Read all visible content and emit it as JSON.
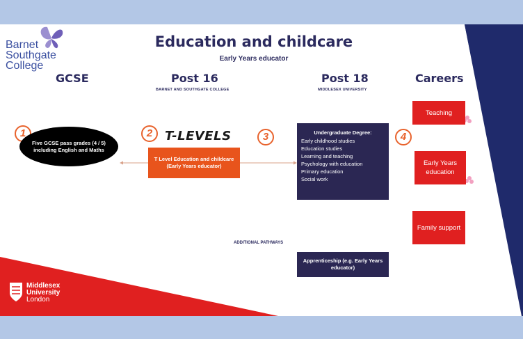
{
  "header": {
    "title": "Education and childcare",
    "subtitle": "Early Years educator"
  },
  "logo": {
    "line1": "Barnet",
    "line2": "Southgate",
    "line3": "College"
  },
  "columns": [
    {
      "heading": "GCSE",
      "sub": ""
    },
    {
      "heading": "Post 16",
      "sub": "BARNET AND SOUTHGATE COLLEGE"
    },
    {
      "heading": "Post 18",
      "sub": "MIDDLESEX UNIVERSITY"
    },
    {
      "heading": "Careers",
      "sub": ""
    }
  ],
  "steps": [
    "1",
    "2",
    "3",
    "4"
  ],
  "gcse": {
    "text": "Five GCSE pass grades (4 / 5) including English and Maths"
  },
  "tlevels": {
    "logo": "T-LEVELS",
    "box": "T Level Education and childcare (Early Years educator)"
  },
  "degree": {
    "heading": "Undergraduate Degree:",
    "items": [
      "Early childhood studies",
      "Education studies",
      "Learning and teaching",
      "Psychology with education",
      "Primary education",
      "Social work"
    ]
  },
  "careers": [
    "Teaching",
    "Early Years education",
    "Family support"
  ],
  "additional": {
    "label": "ADDITIONAL PATHWAYS",
    "apprenticeship": "Apprenticeship (e.g. Early Years educator)"
  },
  "university_logo": {
    "line1": "Middlesex",
    "line2": "University",
    "line3": "London"
  },
  "colors": {
    "navy": "#1f2a6b",
    "dark_box": "#2b2753",
    "orange": "#e8541c",
    "red": "#e02020",
    "title": "#2b2a5e",
    "frame": "#b3c7e6"
  }
}
